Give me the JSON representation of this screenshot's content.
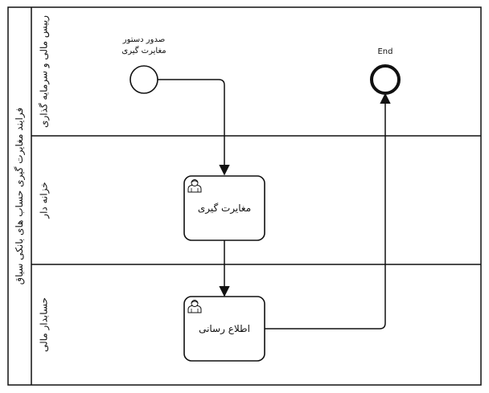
{
  "pool": {
    "title": "فرایند مغایرت گیری حساب های بانکی سیاق"
  },
  "lanes": [
    {
      "id": "finance_head",
      "title": "رییس مالی و سرمایه گذاری"
    },
    {
      "id": "treasurer",
      "title": "خزانه دار"
    },
    {
      "id": "accountant",
      "title": "حسابدار مالی"
    }
  ],
  "events": {
    "start": {
      "label_line1": "صدور دستور",
      "label_line2": "مغایرت گیری"
    },
    "end": {
      "label": "End"
    }
  },
  "tasks": {
    "reconcile": {
      "label": "مغایرت گیری",
      "type": "user-task"
    },
    "notify": {
      "label": "اطلاع رسانی",
      "type": "user-task"
    }
  },
  "colors": {
    "stroke": "#111111",
    "background": "#ffffff"
  }
}
